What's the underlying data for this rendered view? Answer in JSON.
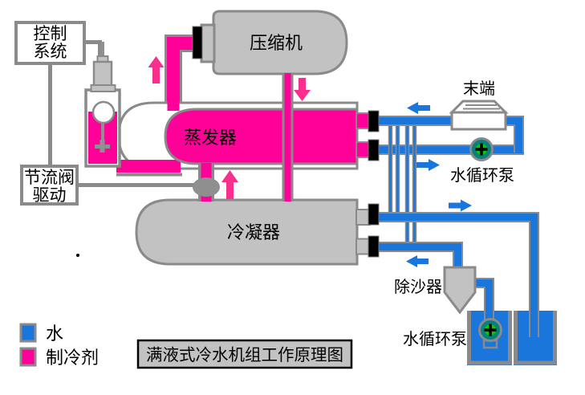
{
  "title_box": {
    "text": "满液式冷水机组工作原理图"
  },
  "legend": {
    "water": {
      "label": "水",
      "color": "#1B76DC"
    },
    "refrigerant": {
      "label": "制冷剂",
      "color": "#FF0099"
    }
  },
  "components": {
    "control_system": {
      "line1": "控制",
      "line2": "系统"
    },
    "throttle_valve_drive": {
      "line1": "节流阀",
      "line2": "驱动"
    },
    "compressor": {
      "label": "压缩机"
    },
    "evaporator": {
      "label": "蒸发器"
    },
    "condenser": {
      "label": "冷凝器"
    },
    "terminal_unit": {
      "label": "末端"
    },
    "chilled_water_pump": {
      "label": "水循环泵"
    },
    "sand_remover": {
      "label": "除沙器"
    },
    "cooling_water_pump": {
      "label": "水循环泵"
    }
  },
  "colors": {
    "water_blue": "#1B76DC",
    "refrigerant_magenta": "#FF0099",
    "refrigerant_arrow": "#FA2E8C",
    "equipment_gray": "#C2C2C2",
    "outline_gray": "#8A8A8A",
    "valve_gray": "#8F8F8F",
    "pump_body_teal": "#088080",
    "pump_impeller_green": "#00CC00",
    "connector_black": "#000000"
  },
  "flow_arrows": [
    {
      "id": "refrigerant-suction",
      "direction": "up",
      "color": "refrigerant"
    },
    {
      "id": "refrigerant-discharge",
      "direction": "down",
      "color": "refrigerant"
    },
    {
      "id": "refrigerant-throttle",
      "direction": "up",
      "color": "refrigerant"
    },
    {
      "id": "chilled-water-supply",
      "direction": "left",
      "color": "water"
    },
    {
      "id": "chilled-water-return",
      "direction": "right",
      "color": "water"
    },
    {
      "id": "cooling-water-out",
      "direction": "right",
      "color": "water"
    },
    {
      "id": "cooling-water-back",
      "direction": "left",
      "color": "water"
    }
  ]
}
